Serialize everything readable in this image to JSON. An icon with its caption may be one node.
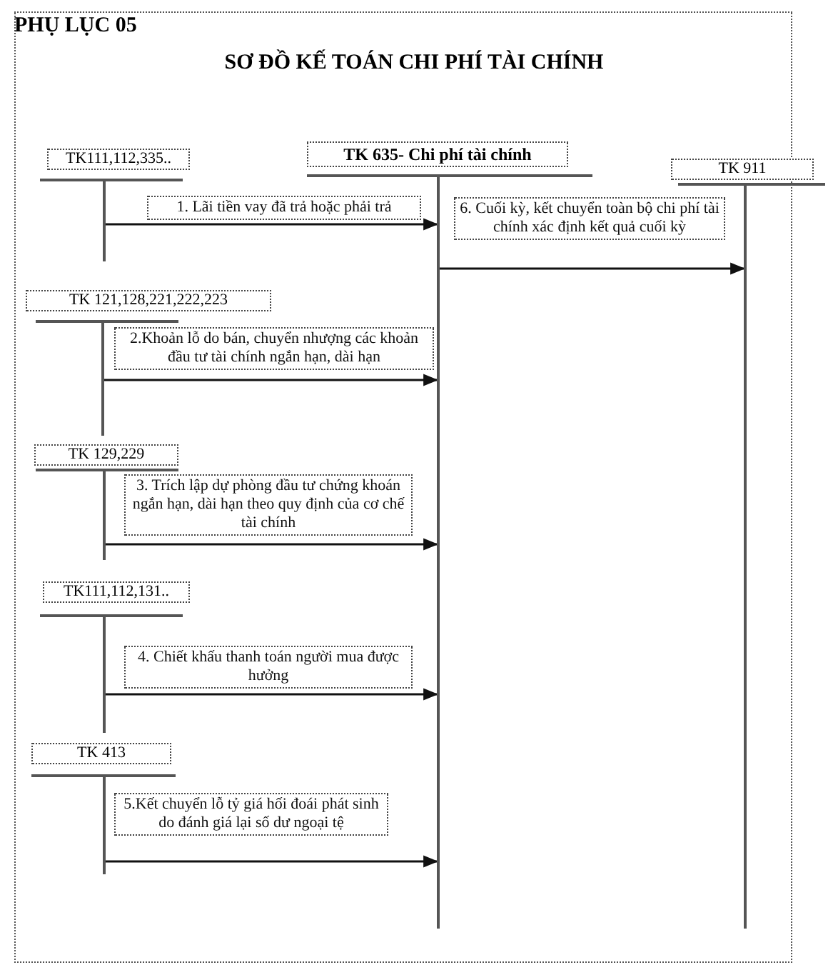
{
  "diagram": {
    "title": "SƠ ĐỒ KẾ TOÁN CHI PHÍ TÀI CHÍNH",
    "nodes": [
      {
        "text": [
          "TK111,112,335.."
        ]
      },
      {
        "text": [
          "TK 635- Chi phí tài chính"
        ]
      },
      {
        "text": [
          "TK 911"
        ]
      },
      {
        "text": [
          "TK 121,128,221,222,223"
        ]
      },
      {
        "text": [
          "TK 129,229"
        ]
      },
      {
        "text": [
          "TK111,112,131.."
        ]
      },
      {
        "text": [
          "TK 413"
        ]
      }
    ],
    "edges": [
      {
        "from": 0,
        "to": 1,
        "arrow": "to",
        "label": "1. Lãi tiền vay đã trả hoặc phải trả"
      },
      {
        "from": 1,
        "to": 2,
        "arrow": "to",
        "label": "6. Cuối kỳ, kết chuyển toàn bộ chi phí tài chính xác định kết quả cuối kỳ"
      },
      {
        "from": 3,
        "to": 1,
        "arrow": "to",
        "label": "2.Khoản lỗ do bán, chuyển nhượng các khoản đầu tư tài chính ngắn hạn, dài hạn"
      },
      {
        "from": 4,
        "to": 1,
        "arrow": "to",
        "label": "3. Trích lập dự phòng đầu tư chứng khoán ngắn hạn, dài hạn theo quy định của cơ chế tài chính"
      },
      {
        "from": 5,
        "to": 1,
        "arrow": "to",
        "label": "4. Chiết khấu thanh toán người mua được hưởng"
      },
      {
        "from": 6,
        "to": 1,
        "arrow": "to",
        "label": "5.Kết chuyển lỗ tỷ giá hối đoái phát sinh do đánh giá lại số dư ngoại tệ"
      }
    ],
    "labels": [
      "PHỤ LỤC 05"
    ]
  }
}
